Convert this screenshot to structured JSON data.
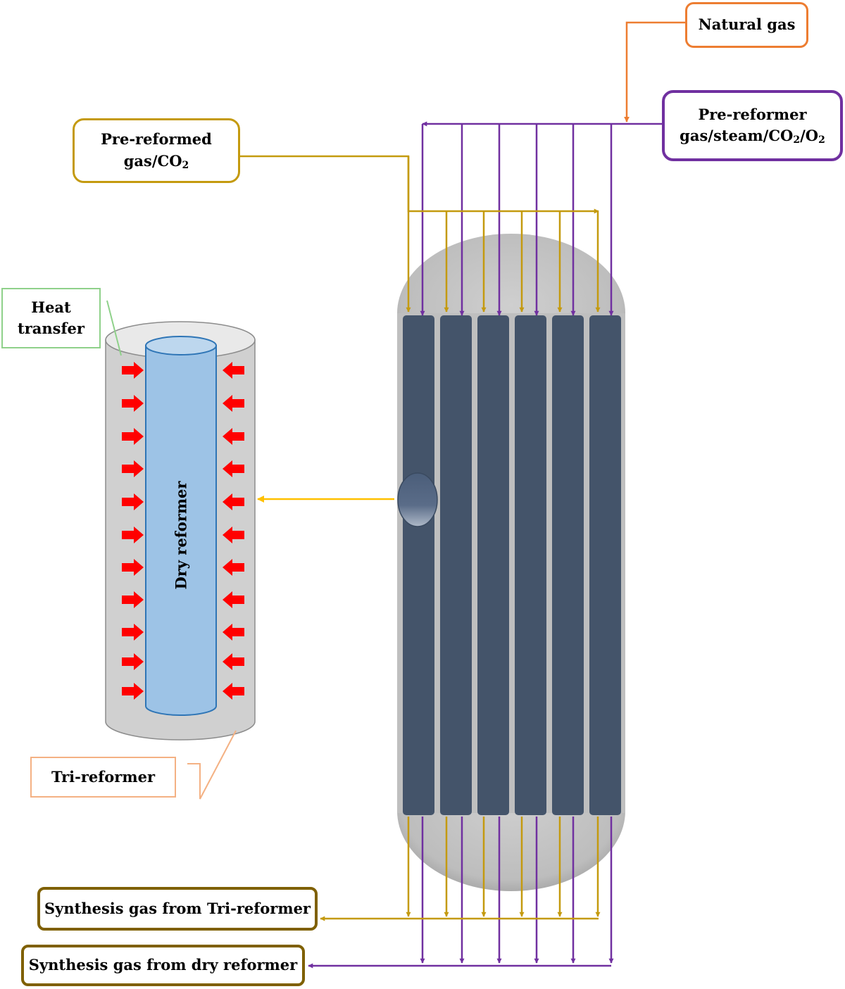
{
  "labels": {
    "natural_gas": "Natural gas",
    "pre_reformer": [
      "Pre-reformer",
      "gas/steam/CO",
      "2",
      "/O",
      "2"
    ],
    "pre_reformed": [
      "Pre-reformed",
      "gas/CO",
      "2"
    ],
    "heat_transfer": [
      "Heat",
      "transfer"
    ],
    "dry_reformer": "Dry reformer",
    "tri_reformer": "Tri-reformer",
    "syngas_tri": "Synthesis gas from Tri-reformer",
    "syngas_dry": "Synthesis gas from dry reformer"
  },
  "colors": {
    "natural_gas": "#ED7D31",
    "pre_reformer": "#7030A0",
    "pre_reformed": "#C49A0F",
    "heat_transfer": "#8FD18A",
    "tri_reformer": "#F4B183",
    "syngas_box": "#7F6000",
    "heat_arrow": "#FF0000",
    "reactor_shell": "#BFBFBF",
    "reactor_tube": "#44546A",
    "dry_reformer_tube": "#9DC3E6",
    "zoom_arrow": "#FFC000"
  },
  "reactor": {
    "tube_count": 6
  }
}
